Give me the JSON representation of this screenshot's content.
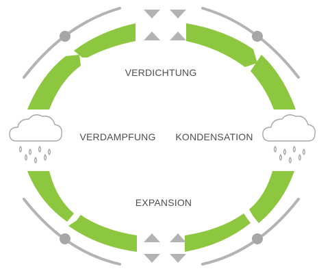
{
  "stages": {
    "top": "VERDICHTUNG",
    "left": "VERDAMPFUNG",
    "right": "KONDENSATION",
    "bottom": "EXPANSION"
  },
  "colors": {
    "arrow": "#8dc63f",
    "rail": "#b3b3b3",
    "knob": "#a6a6a6",
    "triangle": "#b3b3b3",
    "cloud_stroke": "#a6a6a6",
    "label": "#4d4d4d"
  },
  "icons": {
    "left_cloud": "cloud-rain-icon",
    "right_cloud": "cloud-rain-icon",
    "top_triangles": "valve-triangles-icon",
    "bottom_triangles": "valve-triangles-icon"
  }
}
